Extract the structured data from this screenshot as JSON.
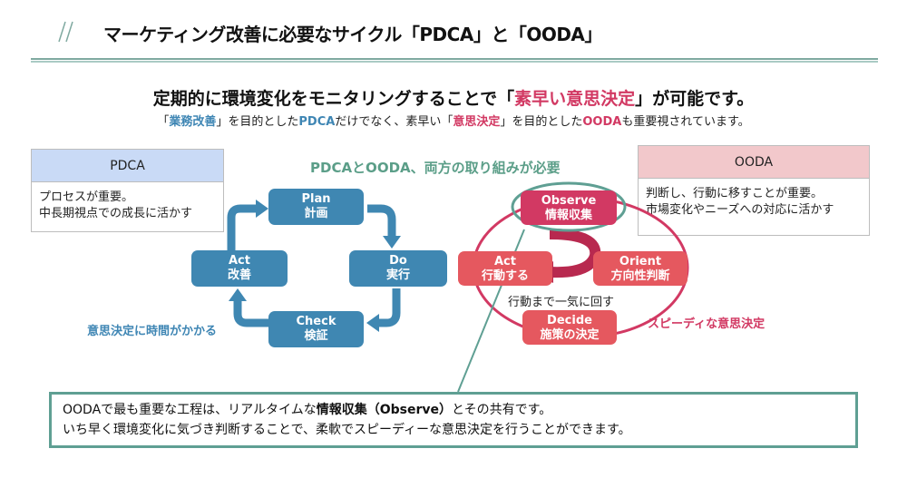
{
  "header": {
    "title": "マーケティング改善に必要なサイクル「PDCA」と「OODA」"
  },
  "headline": {
    "prefix": "定期的に環境変化をモニタリングすることで「",
    "highlight": "素早い意思決定",
    "suffix": "」が可能です。"
  },
  "subline": {
    "p1": "「",
    "h1": "業務改善",
    "p2": "」を目的とした",
    "h2": "PDCA",
    "p3": "だけでなく、素早い「",
    "h3": "意思決定",
    "p4": "」を目的とした",
    "h4": "OODA",
    "p5": "も重要視されています。"
  },
  "pdca_box": {
    "title": "PDCA",
    "line1": "プロセスが重要。",
    "line2": "中長期視点での成長に活かす"
  },
  "ooda_box": {
    "title": "OODA",
    "line1": "判断し、行動に移すことが重要。",
    "line2": "市場変化やニーズへの対応に活かす"
  },
  "center_heading": "PDCAとOODA、両方の取り組みが必要",
  "pdca_cycle": {
    "plan": {
      "en": "Plan",
      "ja": "計画"
    },
    "do": {
      "en": "Do",
      "ja": "実行"
    },
    "check": {
      "en": "Check",
      "ja": "検証"
    },
    "act": {
      "en": "Act",
      "ja": "改善"
    },
    "note": "意思決定に時間がかかる"
  },
  "ooda_cycle": {
    "observe": {
      "en": "Observe",
      "ja": "情報収集"
    },
    "orient": {
      "en": "Orient",
      "ja": "方向性判断"
    },
    "decide": {
      "en": "Decide",
      "ja": "施策の決定"
    },
    "act": {
      "en": "Act",
      "ja": "行動する"
    },
    "middle_note": "行動まで一気に回す",
    "side_note": "スピーディな意思決定"
  },
  "callout": {
    "l1_pre": "OODAで最も重要な工程は、リアルタイムな",
    "l1_bold": "情報収集（Observe）",
    "l1_post": "とその共有です。",
    "line2": "いち早く環境変化に気づき判断することで、柔軟でスピーディーな意思決定を行うことができます。"
  },
  "colors": {
    "pdca_blue": "#3f87b2",
    "ooda_red": "#e5585f",
    "ooda_magenta": "#d23963",
    "accent_green": "#5f9f93",
    "pdca_header": "#c9daf6",
    "ooda_header": "#f2c8cb"
  }
}
